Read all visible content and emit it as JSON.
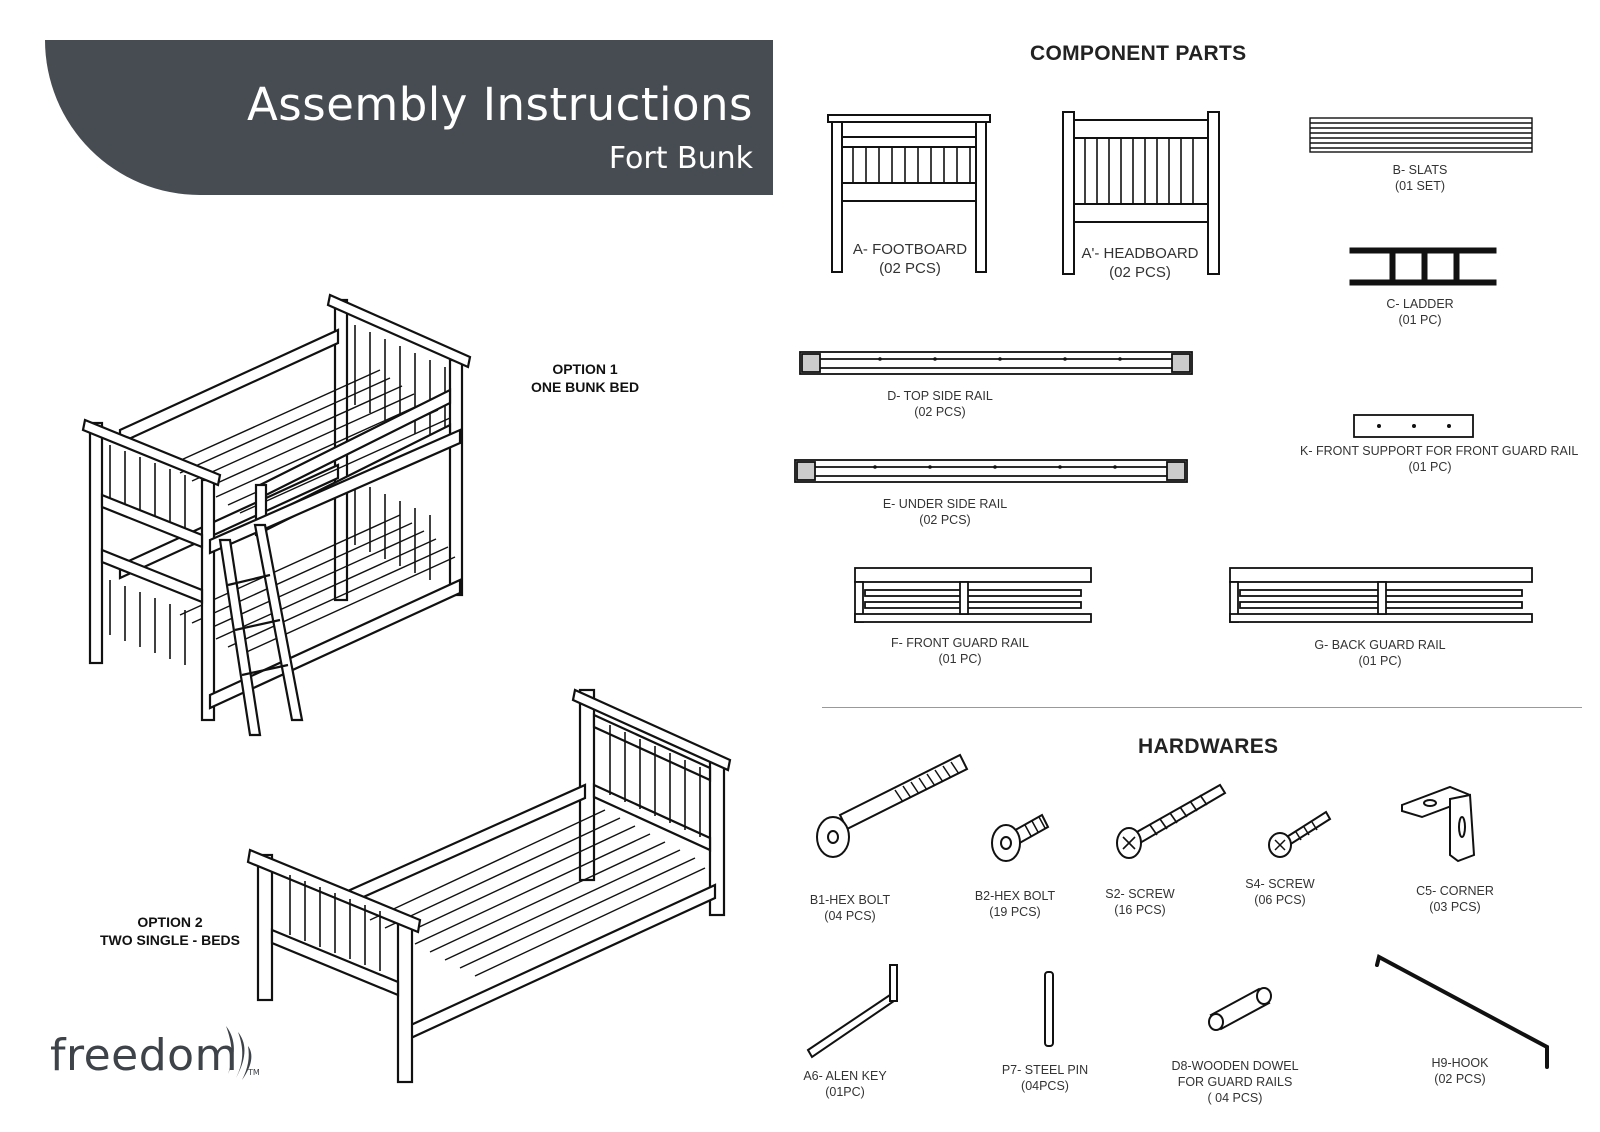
{
  "header": {
    "title": "Assembly Instructions",
    "subtitle": "Fort Bunk"
  },
  "options": {
    "option1": {
      "line1": "OPTION 1",
      "line2": "ONE BUNK BED"
    },
    "option2": {
      "line1": "OPTION 2",
      "line2": "TWO SINGLE - BEDS"
    }
  },
  "component_parts": {
    "title": "COMPONENT PARTS",
    "items": [
      {
        "name": "A- FOOTBOARD",
        "qty": "(02 PCS)"
      },
      {
        "name": "A'- HEADBOARD",
        "qty": "(02 PCS)"
      },
      {
        "name": "B- SLATS",
        "qty": "(01 SET)"
      },
      {
        "name": "C- LADDER",
        "qty": "(01 PC)"
      },
      {
        "name": "D- TOP SIDE RAIL",
        "qty": "(02 PCS)"
      },
      {
        "name": "K- FRONT SUPPORT FOR FRONT GUARD RAIL",
        "qty": "(01 PC)"
      },
      {
        "name": "E- UNDER SIDE RAIL",
        "qty": "(02 PCS)"
      },
      {
        "name": "F- FRONT GUARD RAIL",
        "qty": "(01 PC)"
      },
      {
        "name": "G- BACK GUARD RAIL",
        "qty": "(01 PC)"
      }
    ]
  },
  "hardwares": {
    "title": "HARDWARES",
    "items": [
      {
        "name": "B1-HEX BOLT",
        "qty": "(04 PCS)"
      },
      {
        "name": "B2-HEX BOLT",
        "qty": "(19 PCS)"
      },
      {
        "name": "S2- SCREW",
        "qty": "(16 PCS)"
      },
      {
        "name": "S4- SCREW",
        "qty": "(06 PCS)"
      },
      {
        "name": "C5- CORNER",
        "qty": "(03 PCS)"
      },
      {
        "name": "A6- ALEN KEY",
        "qty": "(01PC)"
      },
      {
        "name": "P7- STEEL PIN",
        "qty": "(04PCS)"
      },
      {
        "name": "D8-WOODEN DOWEL",
        "name2": "FOR GUARD RAILS",
        "qty": "( 04 PCS)"
      },
      {
        "name": "H9-HOOK",
        "qty": "(02 PCS)"
      }
    ]
  },
  "brand": {
    "name": "freedom",
    "tm": "TM"
  },
  "colors": {
    "header_bg": "#464c52",
    "line": "#111111"
  }
}
